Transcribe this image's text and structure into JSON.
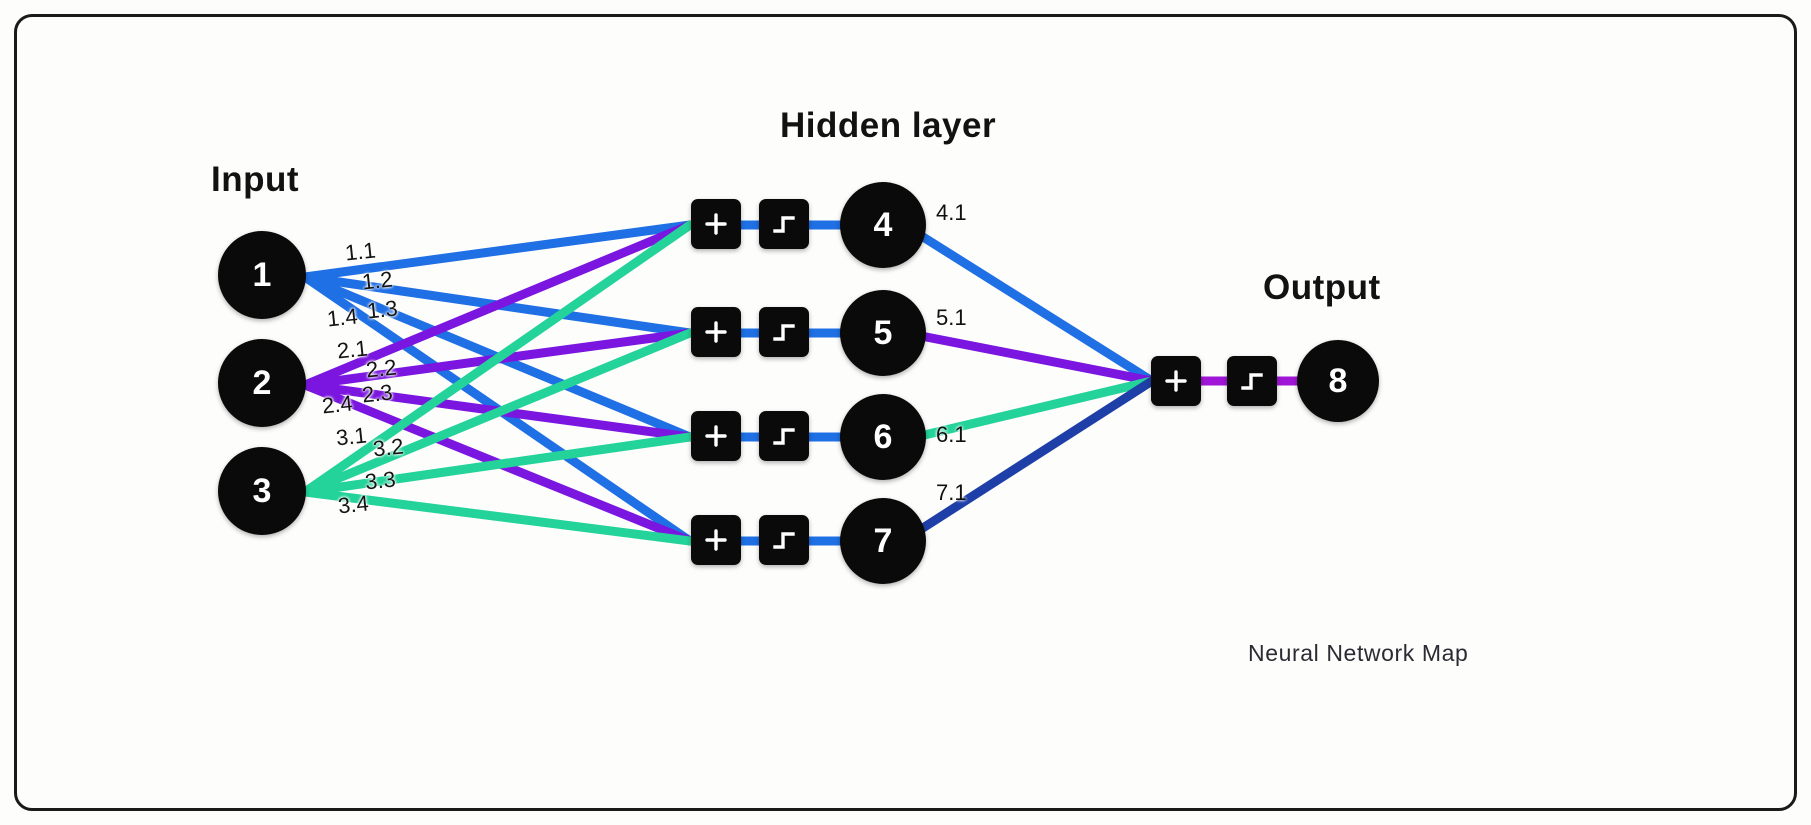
{
  "meta": {
    "caption": "Neural Network Map",
    "background": "#fdfdfc",
    "border_color": "#1a1a1a"
  },
  "titles": {
    "input": "Input",
    "hidden": "Hidden layer",
    "output": "Output"
  },
  "colors": {
    "input_1_edges": "#1f6fe5",
    "input_2_edges": "#7b16e0",
    "input_3_edges": "#23d39a",
    "hidden_internal": "#1f6fe5",
    "hidden_4_out": "#1f6fe5",
    "hidden_5_out": "#7b16e0",
    "hidden_6_out": "#23d39a",
    "hidden_7_out": "#1e3fa8",
    "output_edge": "#a016d6",
    "node_fill": "#0a0a0a",
    "node_text": "#ffffff"
  },
  "nodes": {
    "input": [
      {
        "id": "n1",
        "label": "1"
      },
      {
        "id": "n2",
        "label": "2"
      },
      {
        "id": "n3",
        "label": "3"
      }
    ],
    "hidden": [
      {
        "id": "n4",
        "label": "4"
      },
      {
        "id": "n5",
        "label": "5"
      },
      {
        "id": "n6",
        "label": "6"
      },
      {
        "id": "n7",
        "label": "7"
      }
    ],
    "output": [
      {
        "id": "n8",
        "label": "8"
      }
    ]
  },
  "operators": {
    "sum_symbol": "+",
    "activation_symbol": "step-function",
    "hidden_units": [
      {
        "sum": "+",
        "activation": "step"
      },
      {
        "sum": "+",
        "activation": "step"
      },
      {
        "sum": "+",
        "activation": "step"
      },
      {
        "sum": "+",
        "activation": "step"
      }
    ],
    "output_unit": {
      "sum": "+",
      "activation": "step"
    }
  },
  "edge_labels": {
    "from_input_1": [
      "1.1",
      "1.2",
      "1.3",
      "1.4"
    ],
    "from_input_2": [
      "2.1",
      "2.2",
      "2.3",
      "2.4"
    ],
    "from_input_3": [
      "3.1",
      "3.2",
      "3.3",
      "3.4"
    ],
    "from_hidden": [
      "4.1",
      "5.1",
      "6.1",
      "7.1"
    ]
  },
  "chart_data": {
    "type": "diagram",
    "title": "Neural Network Map",
    "layers": [
      {
        "name": "Input",
        "size": 3,
        "node_labels": [
          "1",
          "2",
          "3"
        ]
      },
      {
        "name": "Hidden layer",
        "size": 4,
        "node_labels": [
          "4",
          "5",
          "6",
          "7"
        ]
      },
      {
        "name": "Output",
        "size": 1,
        "node_labels": [
          "8"
        ]
      }
    ],
    "weights_input_to_hidden": [
      {
        "from": "1",
        "to": [
          "4",
          "5",
          "6",
          "7"
        ],
        "labels": [
          "1.1",
          "1.2",
          "1.3",
          "1.4"
        ],
        "color": "#1f6fe5"
      },
      {
        "from": "2",
        "to": [
          "4",
          "5",
          "6",
          "7"
        ],
        "labels": [
          "2.1",
          "2.2",
          "2.3",
          "2.4"
        ],
        "color": "#7b16e0"
      },
      {
        "from": "3",
        "to": [
          "4",
          "5",
          "6",
          "7"
        ],
        "labels": [
          "3.1",
          "3.2",
          "3.3",
          "3.4"
        ],
        "color": "#23d39a"
      }
    ],
    "weights_hidden_to_output": [
      {
        "from": "4",
        "to": "8",
        "label": "4.1",
        "color": "#1f6fe5"
      },
      {
        "from": "5",
        "to": "8",
        "label": "5.1",
        "color": "#7b16e0"
      },
      {
        "from": "6",
        "to": "8",
        "label": "6.1",
        "color": "#23d39a"
      },
      {
        "from": "7",
        "to": "8",
        "label": "7.1",
        "color": "#1e3fa8"
      }
    ]
  }
}
